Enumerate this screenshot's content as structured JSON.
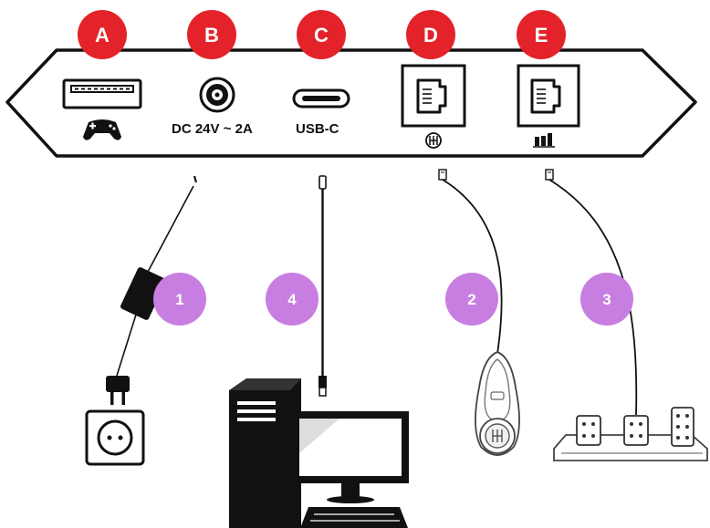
{
  "colors": {
    "port_badge": "#e32329",
    "step_badge": "#c77ee0",
    "ink": "#111111"
  },
  "ports": [
    {
      "letter": "A",
      "label": "",
      "icon": "usb-a-port-icon",
      "sub_icon": "gamepad-icon"
    },
    {
      "letter": "B",
      "label": "DC 24V ~ 2A",
      "icon": "dc-barrel-port-icon",
      "sub_icon": ""
    },
    {
      "letter": "C",
      "label": "USB-C",
      "icon": "usb-c-port-icon",
      "sub_icon": ""
    },
    {
      "letter": "D",
      "label": "",
      "icon": "rj-port-icon",
      "sub_icon": "shifter-icon"
    },
    {
      "letter": "E",
      "label": "",
      "icon": "rj-port-icon",
      "sub_icon": "pedals-icon"
    }
  ],
  "steps": [
    {
      "number": "1",
      "device": "power-adapter-and-wall-outlet"
    },
    {
      "number": "4",
      "device": "desktop-computer"
    },
    {
      "number": "2",
      "device": "gear-shifter"
    },
    {
      "number": "3",
      "device": "pedal-set"
    }
  ]
}
